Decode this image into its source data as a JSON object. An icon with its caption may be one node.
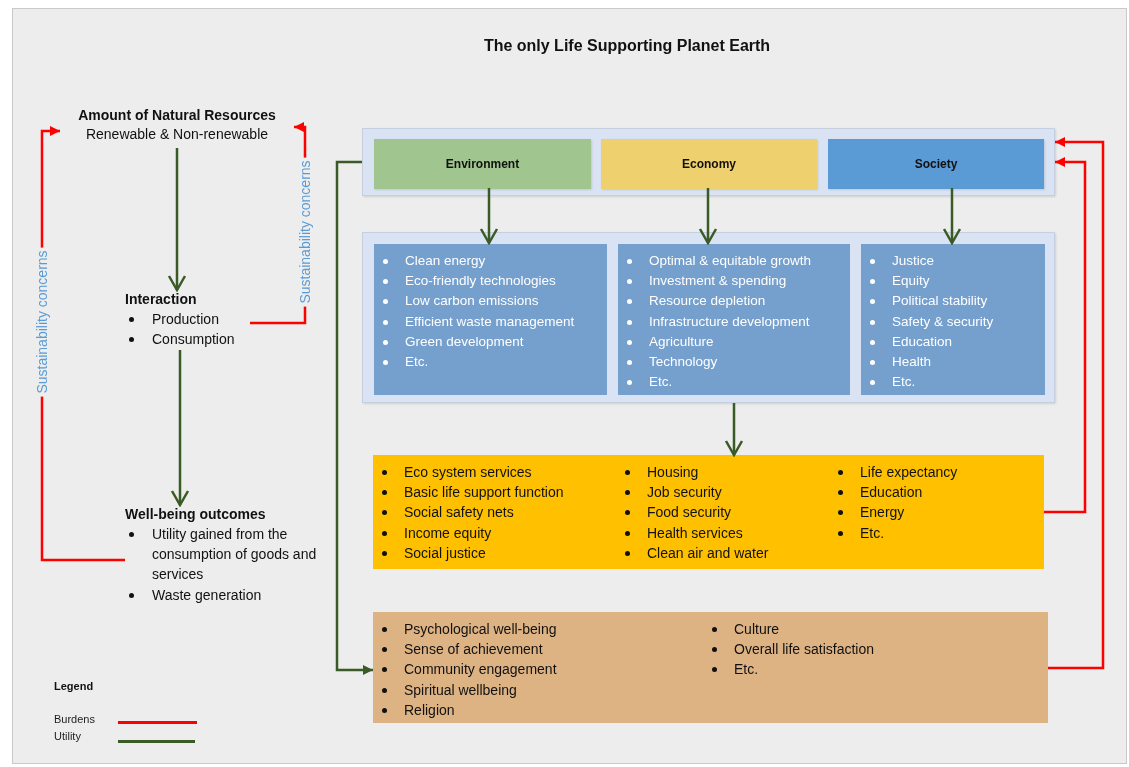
{
  "diagram": {
    "title": "The only Life Supporting Planet Earth",
    "nodes": [
      {
        "text": [
          "Amount of Natural Resources",
          "Renewable & Non-renewable"
        ]
      },
      {
        "text": [
          "Interaction",
          "Production",
          "Consumption"
        ]
      },
      {
        "text": [
          "Well-being outcomes",
          "Utility gained from the consumption of goods and services",
          "Waste generation"
        ]
      },
      {
        "text": [],
        "shape": "box"
      },
      {
        "text": [
          "Environment"
        ],
        "in": 3
      },
      {
        "text": [
          "Economy"
        ],
        "in": 3
      },
      {
        "text": [
          "Society"
        ],
        "in": 3
      },
      {
        "text": [],
        "shape": "box"
      },
      {
        "text": [
          "Clean energy",
          "Eco-friendly technologies",
          "Low carbon emissions",
          "Efficient waste management",
          "Green development",
          "Etc."
        ],
        "in": 7
      },
      {
        "text": [
          "Optimal & equitable growth",
          "Investment & spending",
          "Resource depletion",
          "Infrastructure development",
          "Agriculture",
          "Technology",
          "Etc."
        ],
        "in": 7
      },
      {
        "text": [
          "Justice",
          "Equity",
          "Political stability",
          "Safety & security",
          "Education",
          "Health",
          "Etc."
        ],
        "in": 7
      },
      {
        "text": [
          "Eco system services",
          "Basic life support function",
          "Social safety nets",
          "Income equity",
          "Social justice",
          "Housing",
          "Job security",
          "Food security",
          "Health services",
          "Clean air and water",
          "Life expectancy",
          "Education",
          "Energy",
          "Etc."
        ]
      },
      {
        "text": [
          "Psychological well-being",
          "Sense of achievement",
          "Community engagement",
          "Spiritual wellbeing",
          "Religion",
          "Culture",
          "Overall life satisfaction",
          "Etc."
        ]
      }
    ],
    "edges": [
      {
        "from": 0,
        "to": 1,
        "arrow": "to"
      },
      {
        "from": 1,
        "to": 2,
        "arrow": "to"
      },
      {
        "from": 4,
        "to": 8,
        "arrow": "to"
      },
      {
        "from": 5,
        "to": 9,
        "arrow": "to"
      },
      {
        "from": 6,
        "to": 10,
        "arrow": "to"
      },
      {
        "from": 7,
        "to": 11,
        "arrow": "to"
      },
      {
        "from": 3,
        "to": 12,
        "arrow": "to"
      },
      {
        "from": 1,
        "to": 0,
        "arrow": "to",
        "label": "Sustainability concerns",
        "color": "#ff0000"
      },
      {
        "from": 2,
        "to": 0,
        "arrow": "to",
        "label": "Sustainability concerns",
        "color": "#ff0000"
      },
      {
        "from": 11,
        "to": 3,
        "arrow": "to",
        "color": "#ff0000"
      },
      {
        "from": 12,
        "to": 3,
        "arrow": "to",
        "color": "#ff0000"
      }
    ],
    "labels": [
      "Legend"
    ],
    "legend": [
      {
        "text": "Burdens"
      },
      {
        "text": "Utility"
      }
    ]
  }
}
